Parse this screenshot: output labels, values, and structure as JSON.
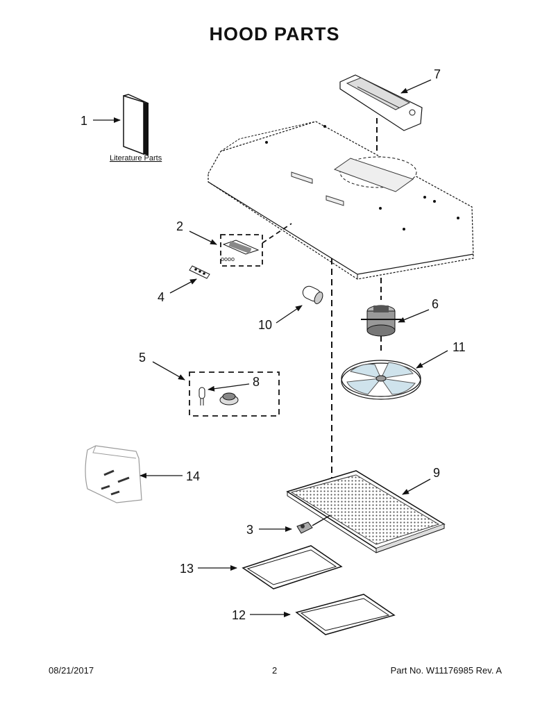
{
  "title": "HOOD PARTS",
  "literature_label": "Literature Parts",
  "callouts": {
    "c1": "1",
    "c2": "2",
    "c3": "3",
    "c4": "4",
    "c5": "5",
    "c6": "6",
    "c7": "7",
    "c8": "8",
    "c9": "9",
    "c10": "10",
    "c11": "11",
    "c12": "12",
    "c13": "13",
    "c14": "14"
  },
  "footer": {
    "date": "08/21/2017",
    "page": "2",
    "part": "Part No.  W11176985  Rev.  A"
  }
}
